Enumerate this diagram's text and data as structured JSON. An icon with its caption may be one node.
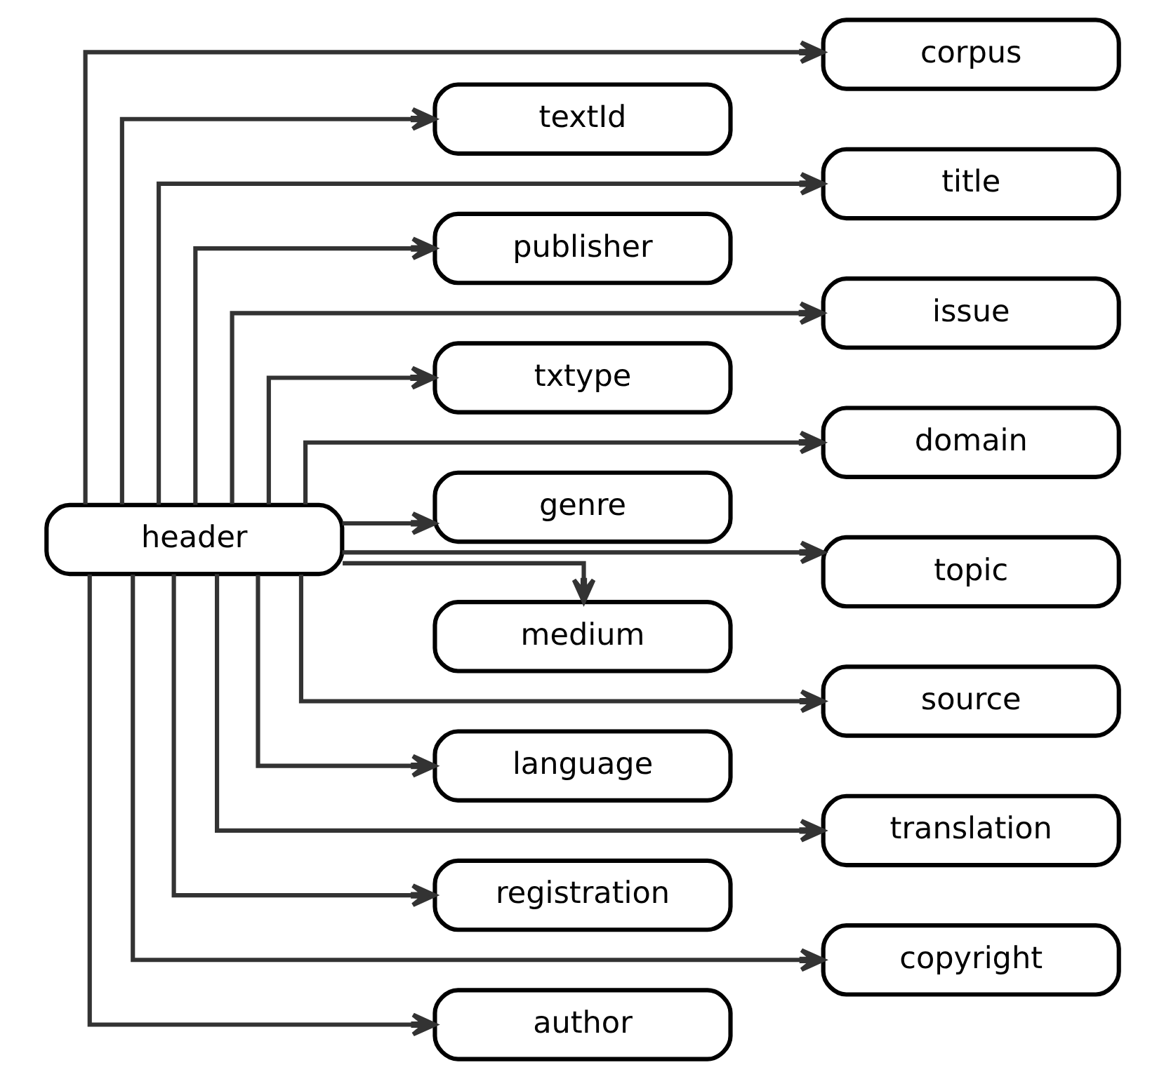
{
  "diagram": {
    "nodes": [
      {
        "text": [
          "header"
        ]
      },
      {
        "text": [
          "corpus"
        ]
      },
      {
        "text": [
          "textId"
        ]
      },
      {
        "text": [
          "title"
        ]
      },
      {
        "text": [
          "publisher"
        ]
      },
      {
        "text": [
          "issue"
        ]
      },
      {
        "text": [
          "txtype"
        ]
      },
      {
        "text": [
          "domain"
        ]
      },
      {
        "text": [
          "genre"
        ]
      },
      {
        "text": [
          "topic"
        ]
      },
      {
        "text": [
          "medium"
        ]
      },
      {
        "text": [
          "source"
        ]
      },
      {
        "text": [
          "language"
        ]
      },
      {
        "text": [
          "translation"
        ]
      },
      {
        "text": [
          "registration"
        ]
      },
      {
        "text": [
          "copyright"
        ]
      },
      {
        "text": [
          "author"
        ]
      }
    ],
    "edges": [
      {
        "from": 0,
        "to": 1,
        "arrow": "to"
      },
      {
        "from": 0,
        "to": 2,
        "arrow": "to"
      },
      {
        "from": 0,
        "to": 3,
        "arrow": "to"
      },
      {
        "from": 0,
        "to": 4,
        "arrow": "to"
      },
      {
        "from": 0,
        "to": 5,
        "arrow": "to"
      },
      {
        "from": 0,
        "to": 6,
        "arrow": "to"
      },
      {
        "from": 0,
        "to": 7,
        "arrow": "to"
      },
      {
        "from": 0,
        "to": 8,
        "arrow": "to"
      },
      {
        "from": 0,
        "to": 9,
        "arrow": "to"
      },
      {
        "from": 0,
        "to": 10,
        "arrow": "to"
      },
      {
        "from": 0,
        "to": 11,
        "arrow": "to"
      },
      {
        "from": 0,
        "to": 12,
        "arrow": "to"
      },
      {
        "from": 0,
        "to": 13,
        "arrow": "to"
      },
      {
        "from": 0,
        "to": 14,
        "arrow": "to"
      },
      {
        "from": 0,
        "to": 15,
        "arrow": "to"
      },
      {
        "from": 0,
        "to": 16,
        "arrow": "to"
      }
    ]
  }
}
